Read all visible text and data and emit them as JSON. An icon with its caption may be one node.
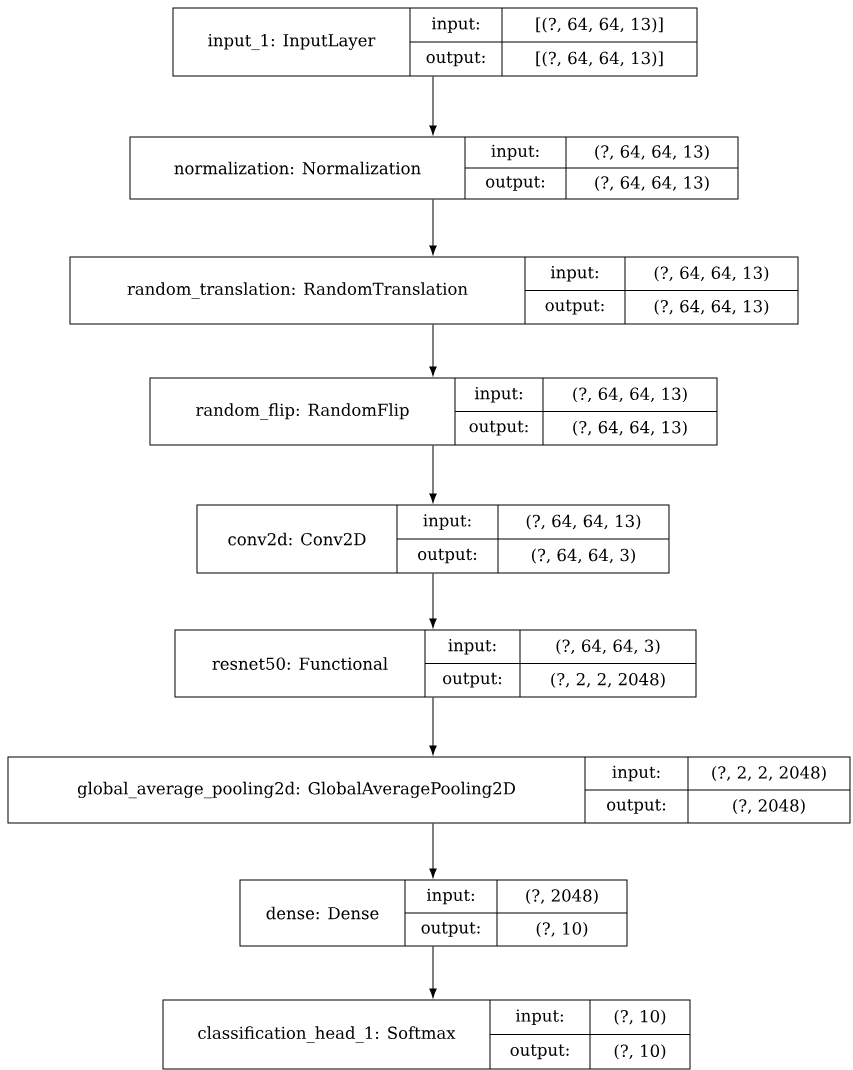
{
  "diagram": {
    "nodes": [
      {
        "text": [
          "input_1: InputLayer",
          "input:",
          "[(?, 64, 64, 13)]",
          "output:",
          "[(?, 64, 64, 13)]"
        ]
      },
      {
        "text": [
          "normalization: Normalization",
          "input:",
          "(?, 64, 64, 13)",
          "output:",
          "(?, 64, 64, 13)"
        ]
      },
      {
        "text": [
          "random_translation: RandomTranslation",
          "input:",
          "(?, 64, 64, 13)",
          "output:",
          "(?, 64, 64, 13)"
        ]
      },
      {
        "text": [
          "random_flip: RandomFlip",
          "input:",
          "(?, 64, 64, 13)",
          "output:",
          "(?, 64, 64, 13)"
        ]
      },
      {
        "text": [
          "conv2d: Conv2D",
          "input:",
          "(?, 64, 64, 13)",
          "output:",
          "(?, 64, 64, 3)"
        ]
      },
      {
        "text": [
          "resnet50: Functional",
          "input:",
          "(?, 64, 64, 3)",
          "output:",
          "(?, 2, 2, 2048)"
        ]
      },
      {
        "text": [
          "global_average_pooling2d: GlobalAveragePooling2D",
          "input:",
          "(?, 2, 2, 2048)",
          "output:",
          "(?, 2048)"
        ]
      },
      {
        "text": [
          "dense: Dense",
          "input:",
          "(?, 2048)",
          "output:",
          "(?, 10)"
        ]
      },
      {
        "text": [
          "classification_head_1: Softmax",
          "input:",
          "(?, 10)",
          "output:",
          "(?, 10)"
        ]
      }
    ],
    "edges": [
      {
        "from": 0,
        "to": 1,
        "arrow": "to"
      },
      {
        "from": 1,
        "to": 2,
        "arrow": "to"
      },
      {
        "from": 2,
        "to": 3,
        "arrow": "to"
      },
      {
        "from": 3,
        "to": 4,
        "arrow": "to"
      },
      {
        "from": 4,
        "to": 5,
        "arrow": "to"
      },
      {
        "from": 5,
        "to": 6,
        "arrow": "to"
      },
      {
        "from": 6,
        "to": 7,
        "arrow": "to"
      },
      {
        "from": 7,
        "to": 8,
        "arrow": "to"
      }
    ]
  }
}
